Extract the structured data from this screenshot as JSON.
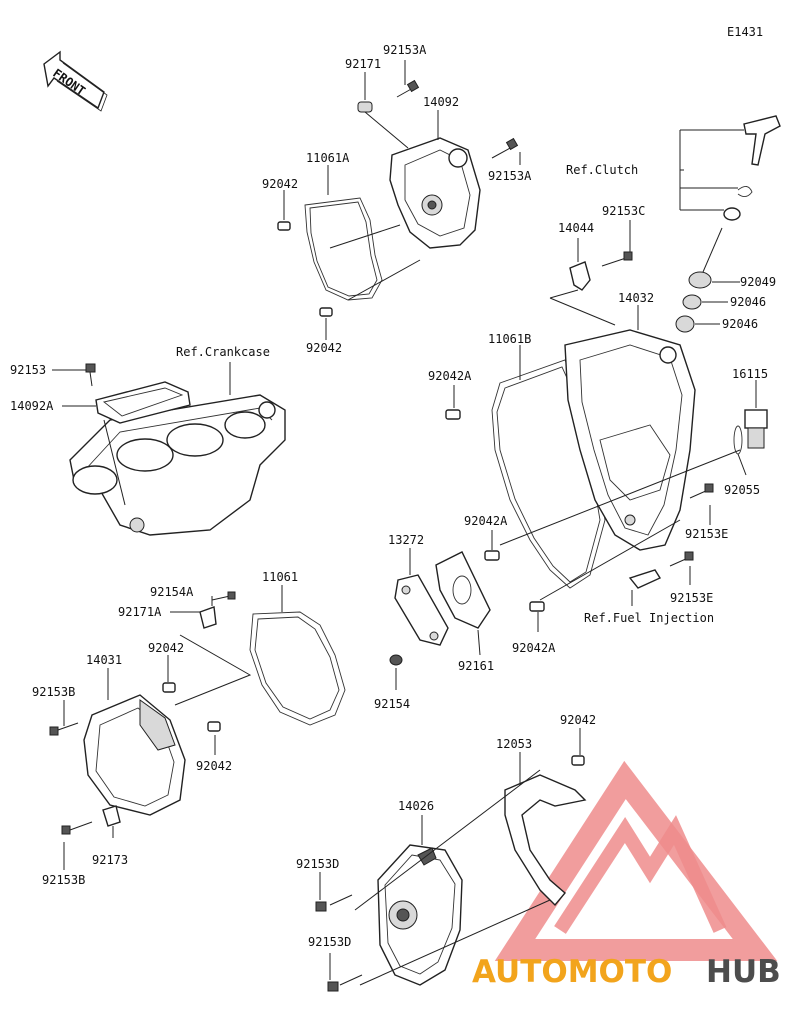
{
  "diagram_id": "E1431",
  "front_label": "FRONT",
  "watermark": {
    "brand_a": "AUTOMOTO",
    "brand_b": "HUB",
    "color_a": "#f2a41c",
    "color_b": "#4d4d4d",
    "logo_color": "#ef8c8c"
  },
  "labels": {
    "p92153A_top": "92153A",
    "p92171": "92171",
    "p14092": "14092",
    "p11061A": "11061A",
    "p92042_a": "92042",
    "p92153A_right": "92153A",
    "p92042_b": "92042",
    "ref_clutch": "Ref.Clutch",
    "ref_crankcase": "Ref.Crankcase",
    "p92153": "92153",
    "p14092A": "14092A",
    "p92153C": "92153C",
    "p14044": "14044",
    "p92049": "92049",
    "p14032": "14032",
    "p92046_a": "92046",
    "p92046_b": "92046",
    "p11061B": "11061B",
    "p92042A_a": "92042A",
    "p16115": "16115",
    "p92055": "92055",
    "p92153E_a": "92153E",
    "p92042A_b": "92042A",
    "p13272": "13272",
    "p92153E_b": "92153E",
    "ref_fuel": "Ref.Fuel Injection",
    "p92161": "92161",
    "p92042A_c": "92042A",
    "p92154": "92154",
    "p92154A": "92154A",
    "p92171A": "92171A",
    "p11061": "11061",
    "p92042_c": "92042",
    "p14031": "14031",
    "p92153B_a": "92153B",
    "p92042_d": "92042",
    "p92173": "92173",
    "p92153B_b": "92153B",
    "p92042_e": "92042",
    "p12053": "12053",
    "p14026": "14026",
    "p92153D_a": "92153D",
    "p92153D_b": "92153D"
  }
}
